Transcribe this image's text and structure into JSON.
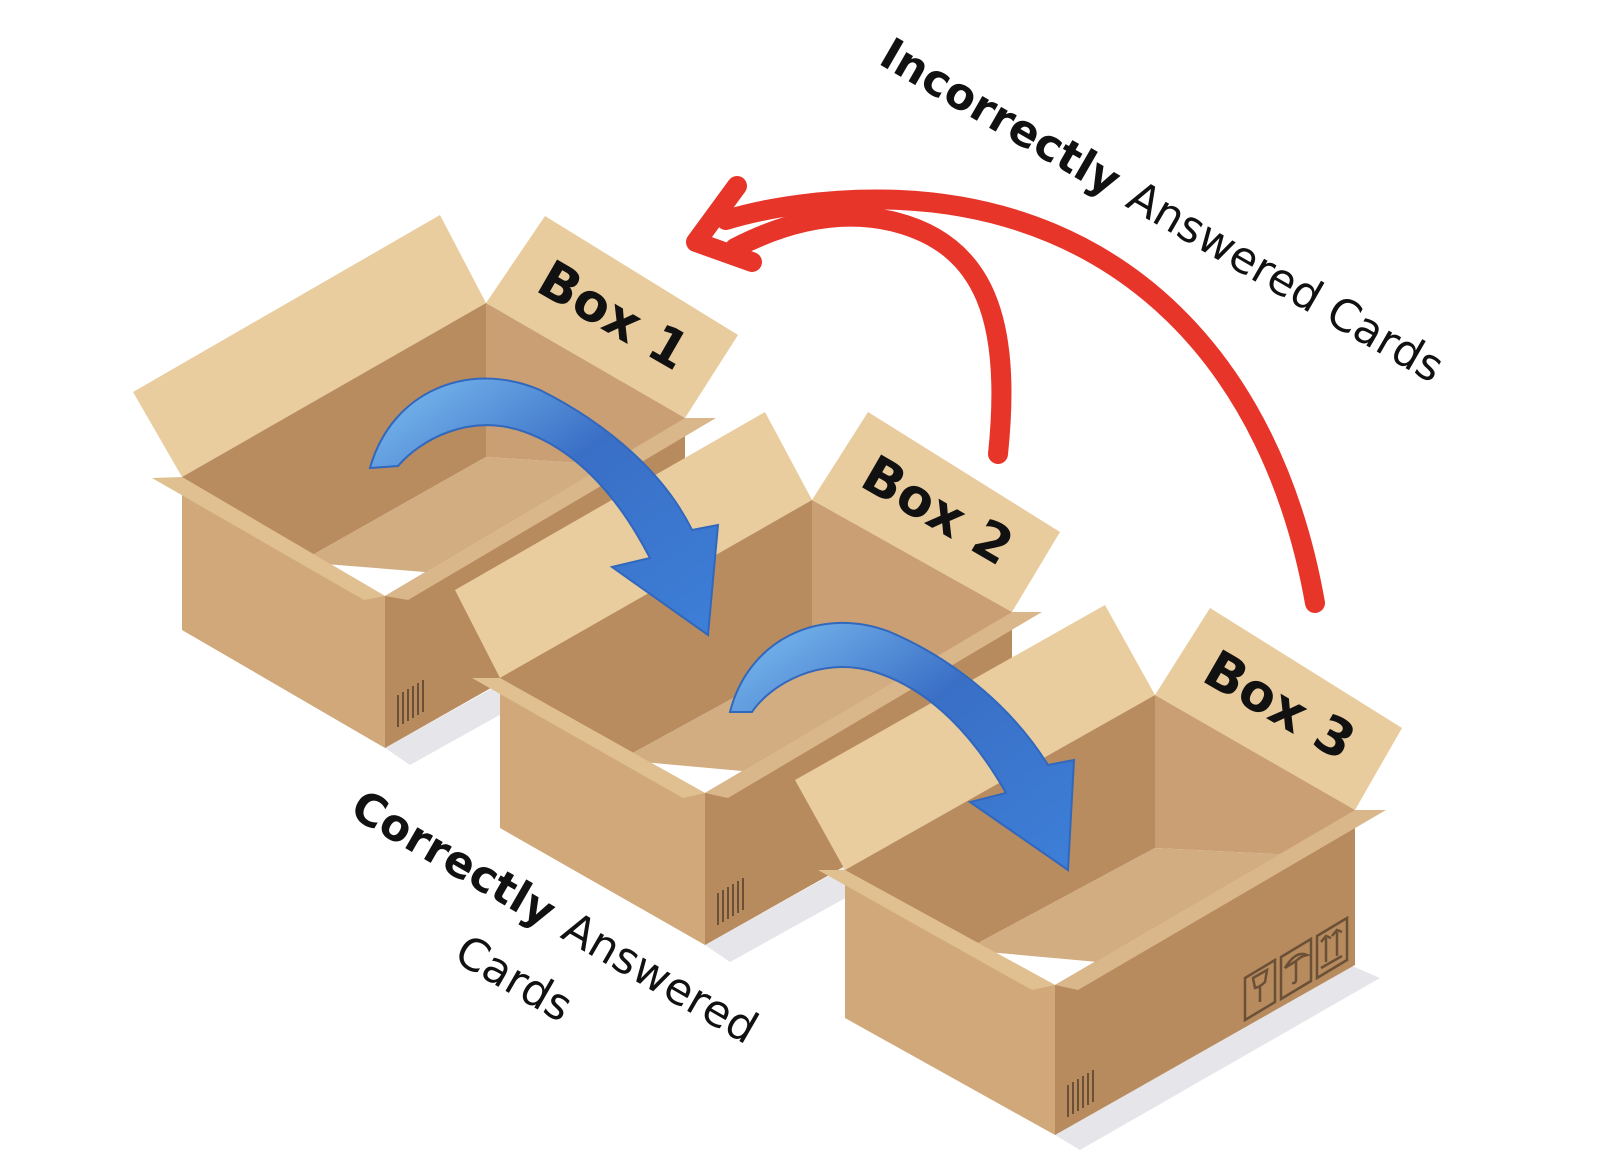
{
  "boxes": [
    {
      "label": "Box 1"
    },
    {
      "label": "Box 2"
    },
    {
      "label": "Box 3"
    }
  ],
  "incorrect_caption": {
    "bold": "Incorrectly",
    "rest": "Answered Cards"
  },
  "correct_caption": {
    "bold": "Correctly",
    "rest": "Answered",
    "line2": "Cards"
  },
  "colors": {
    "box_front": "#d0a87a",
    "box_side": "#b88b5e",
    "box_inner": "#b98c5f",
    "box_inner_light": "#d3ad82",
    "flap_light": "#e8cc9e",
    "flap_mid": "#d9b78b",
    "forward_arrow": "#3f7fd6",
    "backward_arrow": "#e8352a",
    "text": "#111111"
  }
}
